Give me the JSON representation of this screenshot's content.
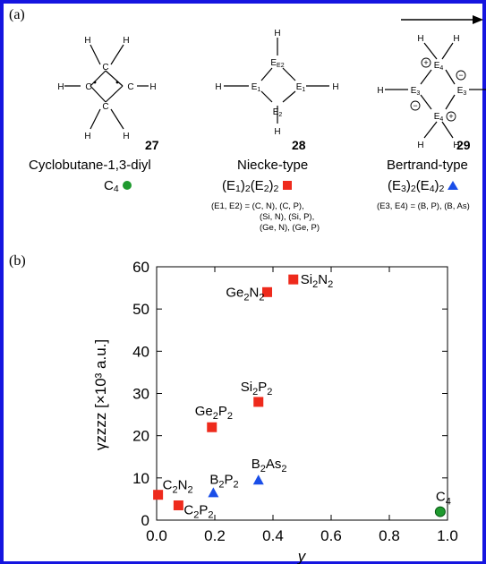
{
  "panel_a_label": "(a)",
  "panel_b_label": "(b)",
  "compounds": [
    {
      "number": "27",
      "name": "Cyclobutane-1,3-diyl",
      "formula": "C4",
      "marker": "circle",
      "pairs": []
    },
    {
      "number": "28",
      "name": "Niecke-type",
      "formula": "(E1)2(E2)2",
      "marker": "square",
      "pairs": [
        "(E1, E2) = (C, N), (C, P),",
        "(Si, N), (Si, P),",
        "(Ge, N), (Ge, P)"
      ]
    },
    {
      "number": "29",
      "name": "Bertrand-type",
      "formula": "(E3)2(E4)2",
      "marker": "triangle",
      "pairs": [
        "(E3, E4) = (B, P), (B, As)"
      ]
    }
  ],
  "structures": {
    "s27": {
      "atoms": [
        "C",
        "C",
        "C",
        "C"
      ],
      "h": "H"
    },
    "s28": {
      "e1": "E1",
      "e2": "E2",
      "h": "H"
    },
    "s29": {
      "e3": "E3",
      "e4": "E4",
      "h": "H"
    }
  },
  "colors": {
    "niecke": "#ee2a1c",
    "bertrand": "#1a4ee8",
    "cyclobutane": "#1f9a2f",
    "frame": "#1515e0"
  },
  "chart_data": {
    "type": "scatter",
    "xlabel": "y",
    "ylabel": "γzzzz [×10³ a.u.]",
    "xlim": [
      0,
      1
    ],
    "ylim": [
      0,
      60
    ],
    "xticks": [
      "0.0",
      "0.2",
      "0.4",
      "0.6",
      "0.8",
      "1.0"
    ],
    "yticks": [
      "0",
      "10",
      "20",
      "30",
      "40",
      "50",
      "60"
    ],
    "grid": false,
    "series": [
      {
        "marker": "square",
        "color": "#ee2a1c",
        "points": [
          {
            "label": "Si2N2",
            "x": 0.47,
            "y": 57.0
          },
          {
            "label": "Ge2N2",
            "x": 0.38,
            "y": 54.0
          },
          {
            "label": "Si2P2",
            "x": 0.35,
            "y": 28.0
          },
          {
            "label": "Ge2P2",
            "x": 0.19,
            "y": 22.0
          },
          {
            "label": "C2N2",
            "x": 0.005,
            "y": 6.0
          },
          {
            "label": "C2P2",
            "x": 0.075,
            "y": 3.5
          }
        ]
      },
      {
        "marker": "triangle",
        "color": "#1a4ee8",
        "points": [
          {
            "label": "B2P2",
            "x": 0.195,
            "y": 6.5
          },
          {
            "label": "B2As2",
            "x": 0.35,
            "y": 9.5
          }
        ]
      },
      {
        "marker": "circle",
        "color": "#1f9a2f",
        "points": [
          {
            "label": "C4",
            "x": 0.975,
            "y": 2.0
          }
        ]
      }
    ]
  }
}
